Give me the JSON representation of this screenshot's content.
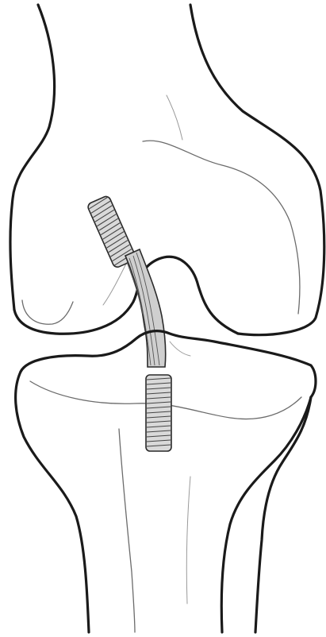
{
  "figure": {
    "subject": "knee-joint-acl-reconstruction",
    "colors": {
      "background": "#ffffff",
      "bone_outline": "#1a1a1a",
      "detail_line": "#6b6b6b",
      "screw_fill": "#d9d9d9",
      "graft_fill": "#cfcfcf"
    },
    "icons": [
      "femur",
      "tibia",
      "femoral-interference-screw",
      "tibial-interference-screw",
      "acl-graft"
    ]
  }
}
